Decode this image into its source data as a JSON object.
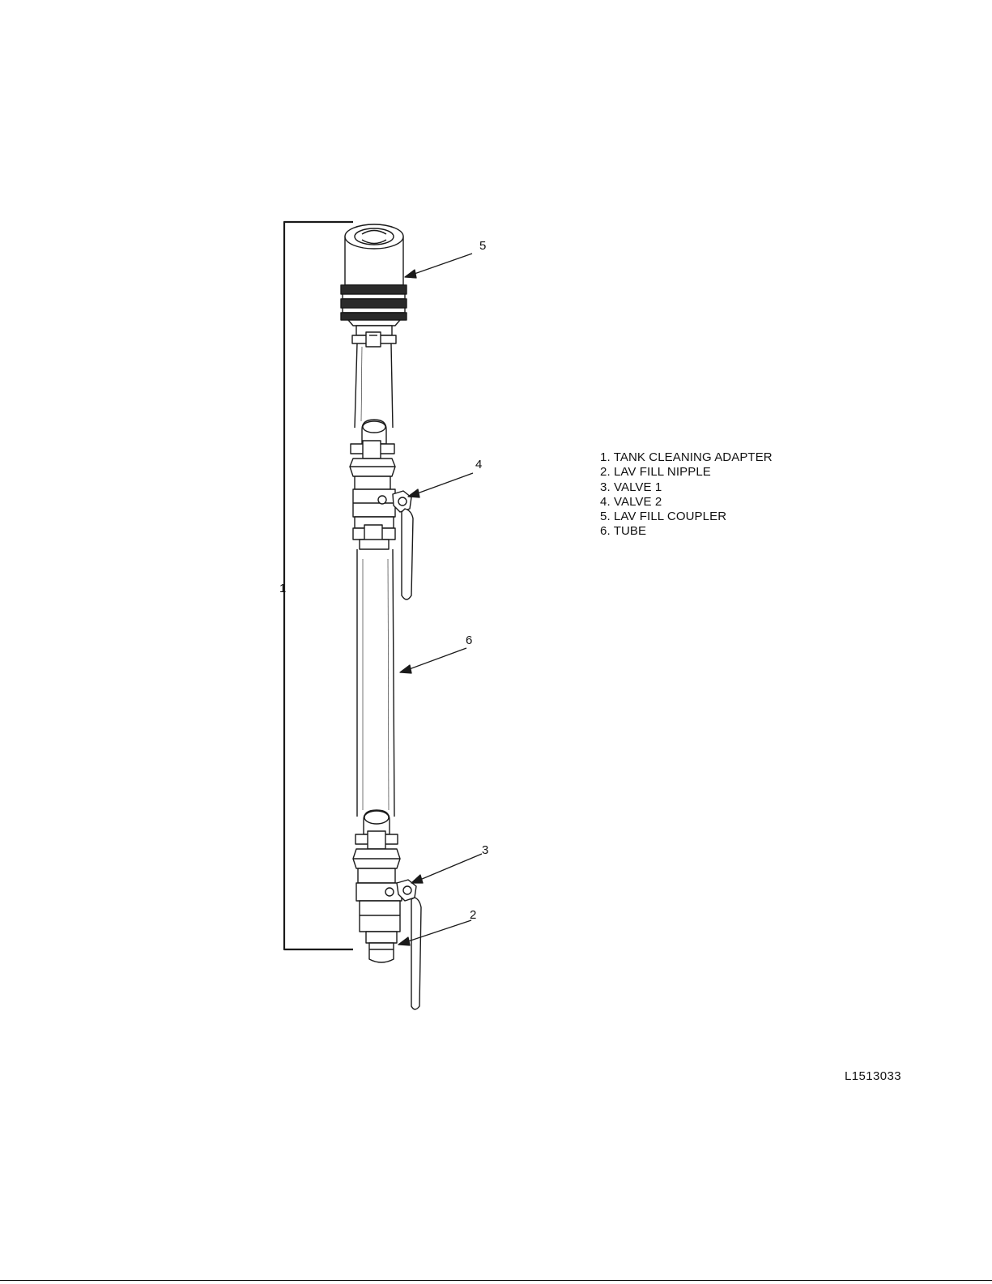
{
  "callouts": {
    "c1": "1",
    "c2": "2",
    "c3": "3",
    "c4": "4",
    "c5": "5",
    "c6": "6"
  },
  "legend": [
    "1. TANK CLEANING ADAPTER",
    "2. LAV FILL NIPPLE",
    "3. VALVE 1",
    "4. VALVE 2",
    "5. LAV FILL COUPLER",
    "6. TUBE"
  ],
  "figure_id": "L1513033",
  "colors": {
    "line": "#1a1a1a",
    "fill": "#ffffff",
    "band": "#2a2a2a"
  }
}
